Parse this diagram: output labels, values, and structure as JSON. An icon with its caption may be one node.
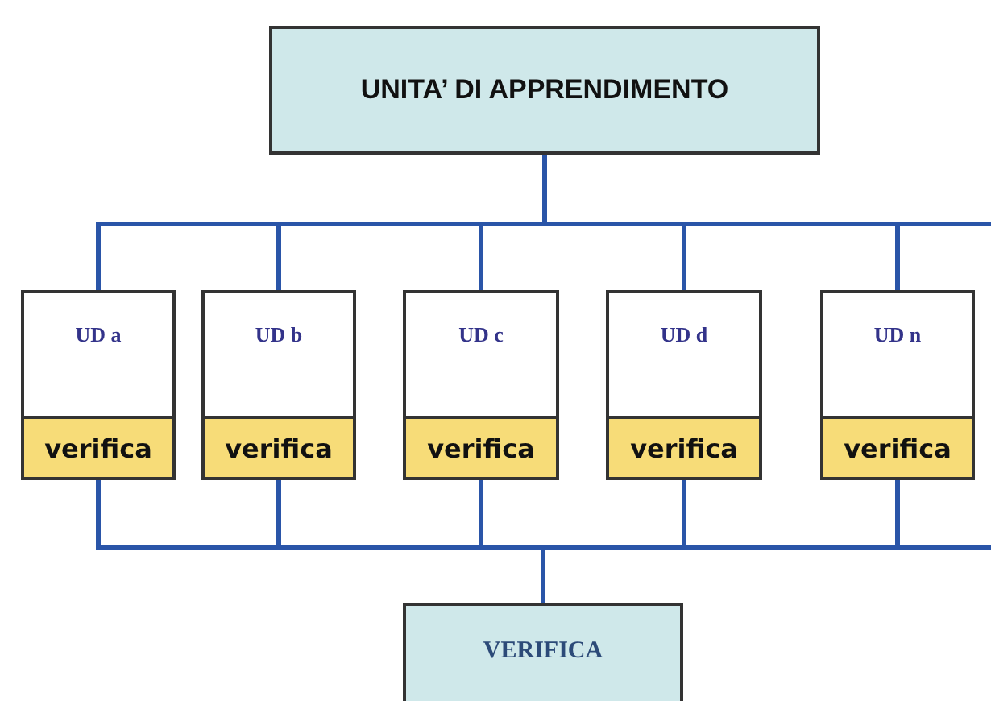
{
  "diagram": {
    "nodes": [
      {
        "text": [
          "UNITA’ DI APPRENDIMENTO"
        ]
      },
      {
        "text": [
          "UD a"
        ]
      },
      {
        "text": [
          "verifica"
        ],
        "in": 1
      },
      {
        "text": [
          "UD b"
        ]
      },
      {
        "text": [
          "verifica"
        ],
        "in": 3
      },
      {
        "text": [
          "UD c"
        ]
      },
      {
        "text": [
          "verifica"
        ],
        "in": 5
      },
      {
        "text": [
          "UD d"
        ]
      },
      {
        "text": [
          "verifica"
        ],
        "in": 7
      },
      {
        "text": [
          "UD n"
        ]
      },
      {
        "text": [
          "verifica"
        ],
        "in": 9
      },
      {
        "text": [
          "VERIFICA"
        ]
      }
    ],
    "edges": [
      {
        "from": 0,
        "to": 1,
        "arrow": "none"
      },
      {
        "from": 0,
        "to": 3,
        "arrow": "none"
      },
      {
        "from": 0,
        "to": 5,
        "arrow": "none"
      },
      {
        "from": 0,
        "to": 7,
        "arrow": "none"
      },
      {
        "from": 0,
        "to": 9,
        "arrow": "none"
      },
      {
        "from": 2,
        "to": 11,
        "arrow": "none"
      },
      {
        "from": 4,
        "to": 11,
        "arrow": "none"
      },
      {
        "from": 6,
        "to": 11,
        "arrow": "none"
      },
      {
        "from": 8,
        "to": 11,
        "arrow": "none"
      },
      {
        "from": 10,
        "to": 11,
        "arrow": "none"
      }
    ]
  }
}
